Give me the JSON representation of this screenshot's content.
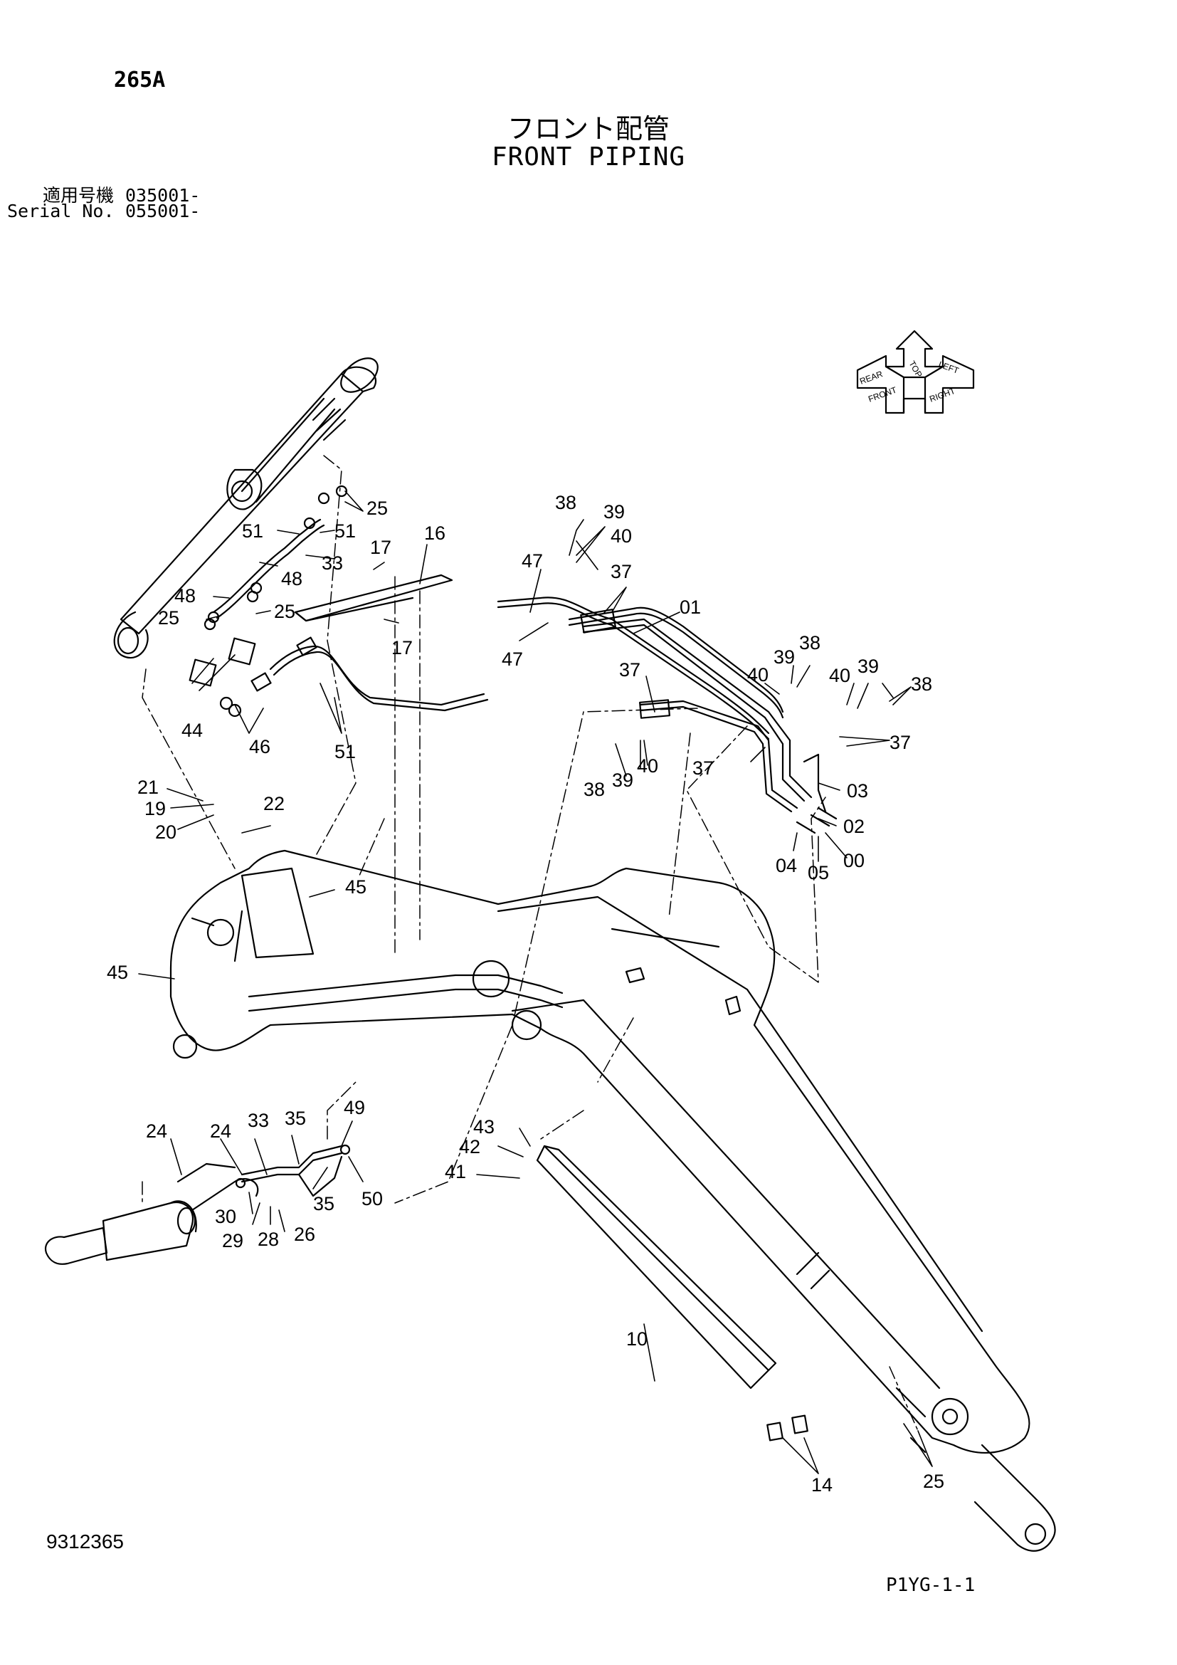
{
  "header": {
    "page_number": "265A",
    "title_ja": "フロント配管",
    "title_en": "FRONT PIPING",
    "serial": [
      {
        "label": "適用号機",
        "value": "035001-"
      },
      {
        "label": "Serial No.",
        "value": "055001-"
      }
    ]
  },
  "orientation_icon": {
    "labels": [
      "TOP",
      "REAR",
      "FRONT",
      "LEFT",
      "RIGHT"
    ]
  },
  "callouts": [
    {
      "id": "c-25a",
      "text": "25"
    },
    {
      "id": "c-51a",
      "text": "51"
    },
    {
      "id": "c-51b",
      "text": "51"
    },
    {
      "id": "c-33a",
      "text": "33"
    },
    {
      "id": "c-48a",
      "text": "48"
    },
    {
      "id": "c-48b",
      "text": "48"
    },
    {
      "id": "c-25b",
      "text": "25"
    },
    {
      "id": "c-25c",
      "text": "25"
    },
    {
      "id": "c-17a",
      "text": "17"
    },
    {
      "id": "c-16",
      "text": "16"
    },
    {
      "id": "c-17b",
      "text": "17"
    },
    {
      "id": "c-44",
      "text": "44"
    },
    {
      "id": "c-46",
      "text": "46"
    },
    {
      "id": "c-51c",
      "text": "51"
    },
    {
      "id": "c-38a",
      "text": "38"
    },
    {
      "id": "c-39a",
      "text": "39"
    },
    {
      "id": "c-40a",
      "text": "40"
    },
    {
      "id": "c-47a",
      "text": "47"
    },
    {
      "id": "c-47b",
      "text": "47"
    },
    {
      "id": "c-37a",
      "text": "37"
    },
    {
      "id": "c-01",
      "text": "01"
    },
    {
      "id": "c-37b",
      "text": "37"
    },
    {
      "id": "c-40b",
      "text": "40"
    },
    {
      "id": "c-39b",
      "text": "39"
    },
    {
      "id": "c-38b",
      "text": "38"
    },
    {
      "id": "c-40c",
      "text": "40"
    },
    {
      "id": "c-39c",
      "text": "39"
    },
    {
      "id": "c-38c",
      "text": "38"
    },
    {
      "id": "c-37c",
      "text": "37"
    },
    {
      "id": "c-38d",
      "text": "38"
    },
    {
      "id": "c-39d",
      "text": "39"
    },
    {
      "id": "c-40d",
      "text": "40"
    },
    {
      "id": "c-37d",
      "text": "37"
    },
    {
      "id": "c-03",
      "text": "03"
    },
    {
      "id": "c-02",
      "text": "02"
    },
    {
      "id": "c-04",
      "text": "04"
    },
    {
      "id": "c-05",
      "text": "05"
    },
    {
      "id": "c-00",
      "text": "00"
    },
    {
      "id": "c-21",
      "text": "21"
    },
    {
      "id": "c-19",
      "text": "19"
    },
    {
      "id": "c-20",
      "text": "20"
    },
    {
      "id": "c-22",
      "text": "22"
    },
    {
      "id": "c-45a",
      "text": "45"
    },
    {
      "id": "c-45b",
      "text": "45"
    },
    {
      "id": "c-24a",
      "text": "24"
    },
    {
      "id": "c-24b",
      "text": "24"
    },
    {
      "id": "c-33b",
      "text": "33"
    },
    {
      "id": "c-35a",
      "text": "35"
    },
    {
      "id": "c-49",
      "text": "49"
    },
    {
      "id": "c-35b",
      "text": "35"
    },
    {
      "id": "c-50",
      "text": "50"
    },
    {
      "id": "c-30",
      "text": "30"
    },
    {
      "id": "c-29",
      "text": "29"
    },
    {
      "id": "c-28",
      "text": "28"
    },
    {
      "id": "c-26",
      "text": "26"
    },
    {
      "id": "c-43",
      "text": "43"
    },
    {
      "id": "c-42",
      "text": "42"
    },
    {
      "id": "c-41",
      "text": "41"
    },
    {
      "id": "c-10",
      "text": "10"
    },
    {
      "id": "c-14",
      "text": "14"
    },
    {
      "id": "c-25d",
      "text": "25"
    }
  ],
  "footer": {
    "drawing_number": "9312365",
    "page_code": "P1YG-1-1"
  }
}
